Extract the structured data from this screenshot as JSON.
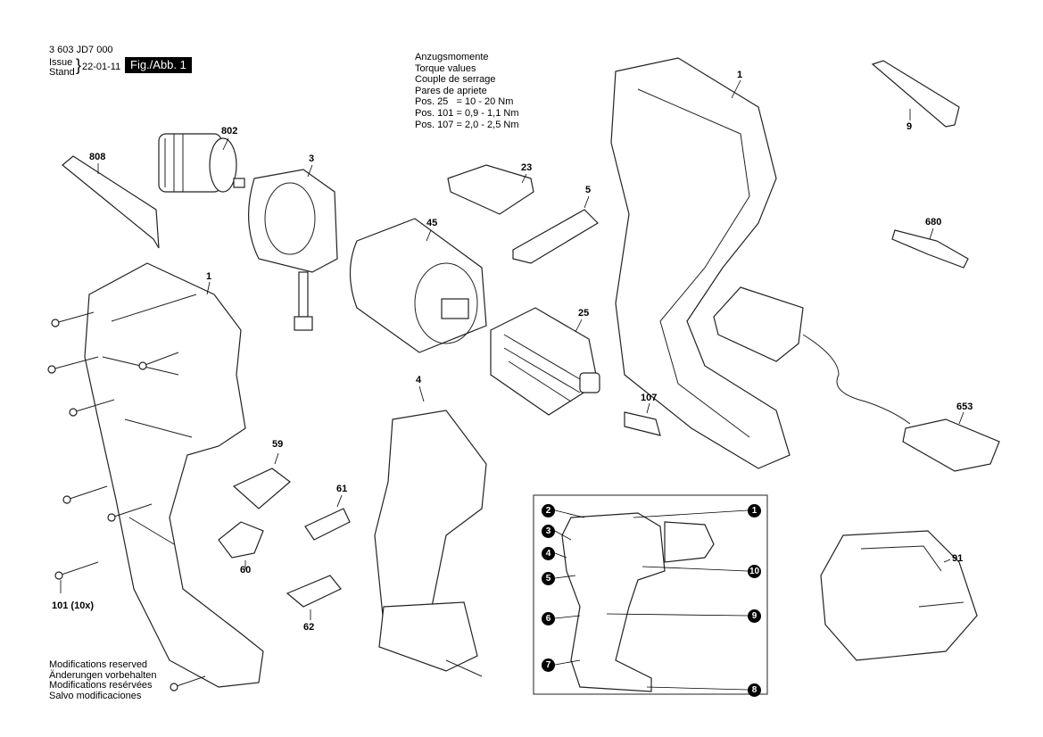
{
  "header": {
    "part_number": "3 603 JD7 000",
    "issue_label": "Issue",
    "stand_label": "Stand",
    "date": "22-01-11",
    "figure_label": "Fig./Abb. 1"
  },
  "torque": {
    "lines": [
      "Anzugsmomente",
      "Torque values",
      "Couple de serrage",
      "Pares de apriete",
      "Pos. 25   = 10 - 20 Nm",
      "Pos. 101 = 0,9 - 1,1 Nm",
      "Pos. 107 = 2,0 - 2,5 Nm"
    ]
  },
  "callouts": {
    "c808": "808",
    "c802": "802",
    "c3": "3",
    "c45": "45",
    "c23": "23",
    "c5": "5",
    "c1_top": "1",
    "c1_left": "1",
    "c9": "9",
    "c680": "680",
    "c25": "25",
    "c107": "107",
    "c653": "653",
    "c4": "4",
    "c59": "59",
    "c61": "61",
    "c60": "60",
    "c62": "62",
    "c101": "101 (10x)",
    "c91": "91"
  },
  "badges": [
    "1",
    "2",
    "3",
    "4",
    "5",
    "6",
    "7",
    "8",
    "9",
    "10"
  ],
  "modifications": [
    "Modifications reserved",
    "Änderungen vorbehalten",
    "Modifications resérvées",
    "Salvo modificaciones"
  ]
}
